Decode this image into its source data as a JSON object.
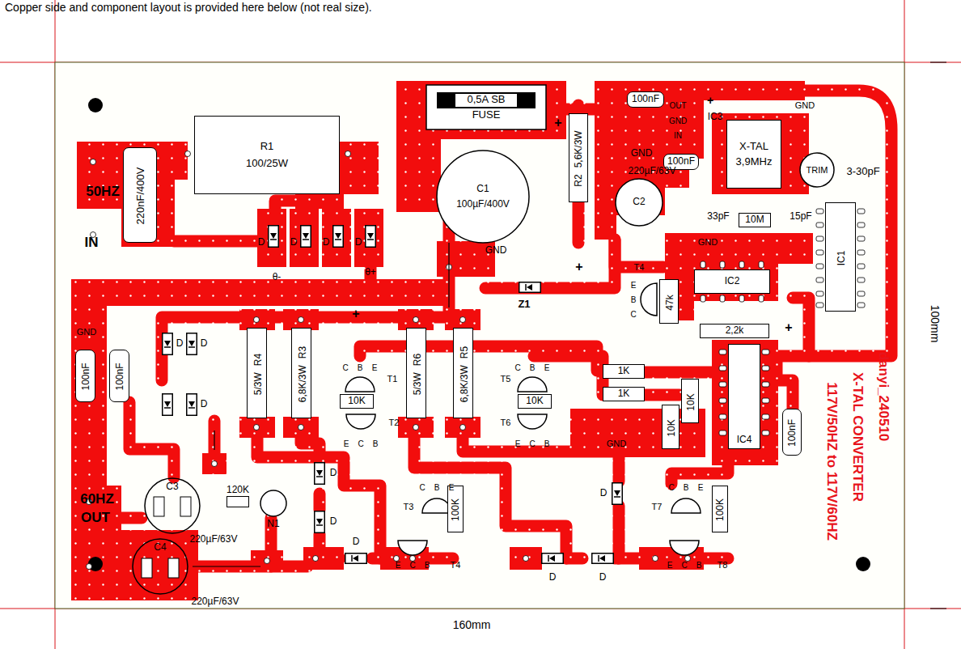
{
  "diagram": {
    "nodes": [
      {
        "text": [
          "220nF/400V"
        ]
      },
      {
        "text": [
          "R1",
          "100/25W"
        ]
      },
      {
        "text": [
          "0,5A SB",
          "FUSE"
        ]
      },
      {
        "text": [
          "C1",
          "100µF/400V"
        ]
      },
      {
        "text": [
          "5,6K/3W",
          "R2"
        ]
      },
      {
        "text": [
          "100nF"
        ]
      },
      {
        "text": [
          "C2"
        ]
      },
      {
        "text": [
          "100nF"
        ]
      },
      {
        "text": [
          "X-TAL",
          "3,9MHz"
        ]
      },
      {
        "text": [
          "TRIM"
        ]
      },
      {
        "text": [
          "10M"
        ]
      },
      {
        "text": [
          "IC1"
        ]
      },
      {
        "text": [
          "IC2"
        ]
      },
      {
        "text": [
          "47k"
        ]
      },
      {
        "text": [
          "2,2k"
        ]
      },
      {
        "text": [
          "IC4"
        ]
      },
      {
        "text": [
          "100nF"
        ]
      },
      {
        "text": [
          "100nF"
        ]
      },
      {
        "text": [
          "100nF"
        ]
      },
      {
        "text": [
          "R4",
          "5/3W"
        ]
      },
      {
        "text": [
          "R3",
          "6,8K/3W"
        ]
      },
      {
        "text": [
          "R6",
          "5/3W"
        ]
      },
      {
        "text": [
          "R5",
          "6,8K/3W"
        ]
      },
      {
        "text": [
          "10K"
        ]
      },
      {
        "text": [
          "10K"
        ]
      },
      {
        "text": [
          "1K"
        ]
      },
      {
        "text": [
          "1K"
        ]
      },
      {
        "text": [
          "10K"
        ]
      },
      {
        "text": [
          "10K"
        ]
      },
      {
        "text": [
          "C3"
        ]
      },
      {
        "text": [
          "C4"
        ]
      },
      {
        "text": [
          "120K"
        ]
      },
      {
        "text": [
          "N1"
        ]
      },
      {
        "text": [
          "100K"
        ]
      },
      {
        "text": [
          "100K"
        ]
      }
    ],
    "labels": [
      "Copper side and component layout is provided here below (not real size).",
      "50HZ",
      "IN",
      "θ-",
      "θ+",
      "D",
      "D",
      "D",
      "D",
      "+",
      "GND",
      "GND",
      "220µF/63V",
      "OUT",
      "GND",
      "IN",
      "IC3",
      "+",
      "GND",
      "3-30pF",
      "33pF",
      "15pF",
      "GND",
      "Z1",
      "+",
      "T4",
      "E",
      "B",
      "C",
      "+",
      "GND",
      "D",
      "D",
      "D",
      "C",
      "B",
      "E",
      "T1",
      "T2",
      "E",
      "C",
      "B",
      "C",
      "B",
      "E",
      "T5",
      "T6",
      "E",
      "C",
      "B",
      "GND",
      "+",
      "60HZ",
      "OUT",
      "220µF/63V",
      "220µF/63V",
      "D",
      "D",
      "D",
      "C",
      "B",
      "E",
      "T3",
      "E",
      "C",
      "B",
      "T4",
      "D",
      "D",
      "D",
      "C",
      "B",
      "E",
      "T7",
      "E",
      "C",
      "B",
      "T8",
      "117V/50HZ to 117V/60HZ",
      "X-TAL CONVERTER",
      "danyi_240510",
      "100mm",
      "160mm"
    ]
  }
}
